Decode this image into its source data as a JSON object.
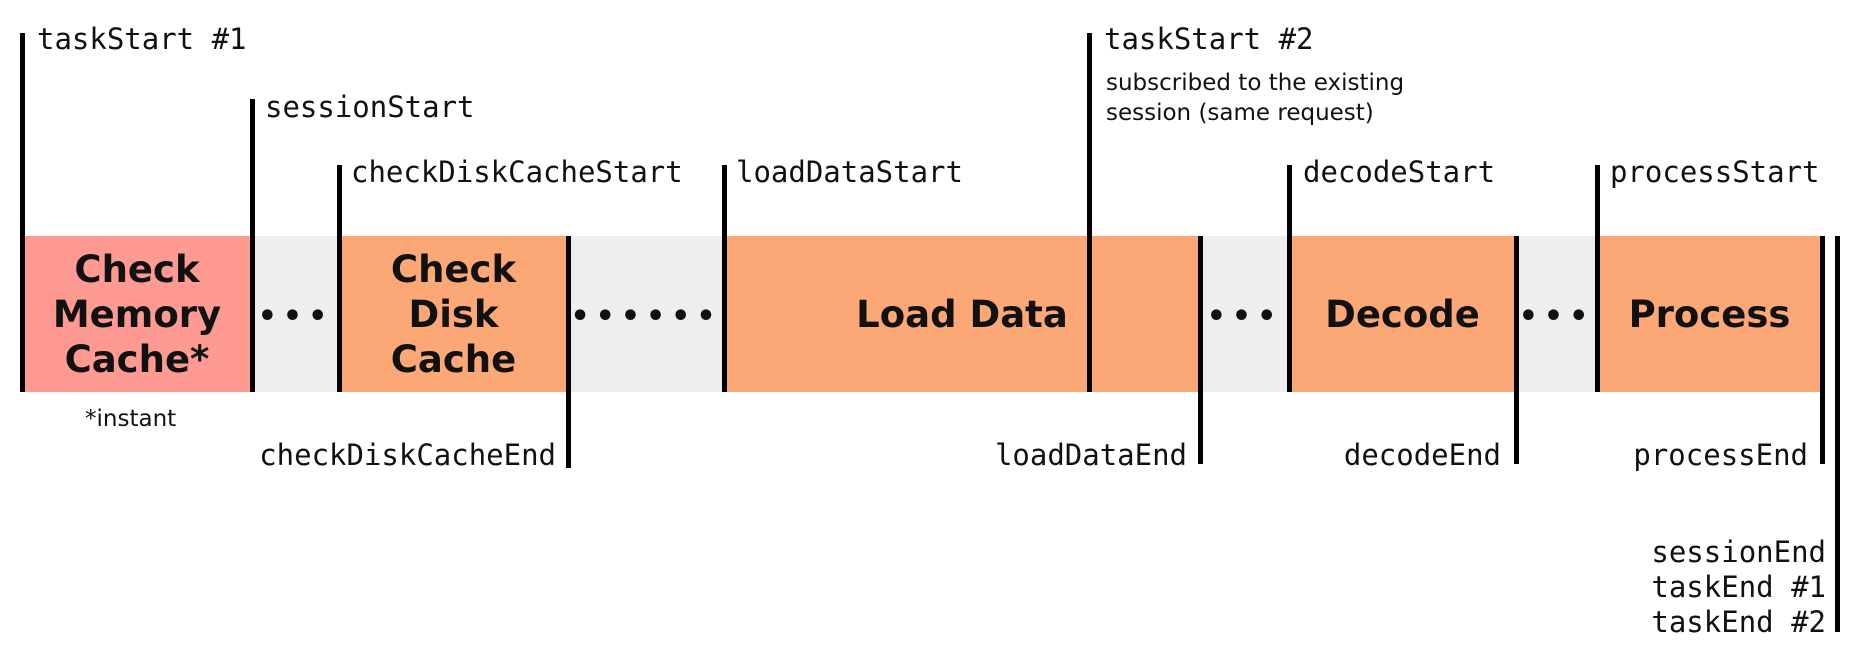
{
  "segments": {
    "memory": "Check\nMemory\nCache*",
    "gap1": "•••",
    "disk": "Check\nDisk\nCache",
    "gap2": "••••••",
    "load": "Load Data",
    "gap3": "•••",
    "decode": "Decode",
    "gap4": "•••",
    "process": "Process"
  },
  "events": {
    "task_start_1": "taskStart #1",
    "session_start": "sessionStart",
    "check_disk_cache_start": "checkDiskCacheStart",
    "load_data_start": "loadDataStart",
    "task_start_2": "taskStart #2",
    "task_start_2_note": "subscribed to the existing\nsession (same request)",
    "decode_start": "decodeStart",
    "process_start": "processStart",
    "memory_note": "*instant",
    "check_disk_cache_end": "checkDiskCacheEnd",
    "load_data_end": "loadDataEnd",
    "decode_end": "decodeEnd",
    "process_end": "processEnd",
    "session_end": "sessionEnd",
    "task_end_1": "taskEnd #1",
    "task_end_2": "taskEnd #2"
  },
  "colors": {
    "stage": "#FCA876",
    "memory_stage": "#FE9A92",
    "gap": "#EEEEEE",
    "marker": "#000000"
  }
}
